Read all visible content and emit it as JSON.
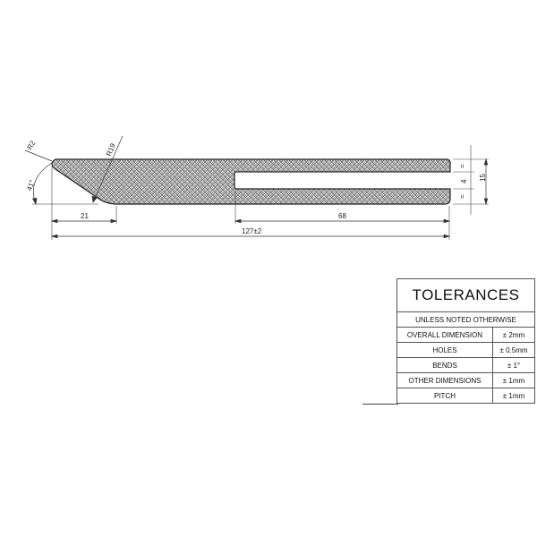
{
  "drawing": {
    "dimensions": {
      "r2": "R2",
      "r19": "R19",
      "angle": "41°",
      "taper_length": "21",
      "slot_length": "68",
      "overall_length": "127±2",
      "height": "15",
      "slot_width": "4",
      "equal_top": "=",
      "equal_bottom": "="
    }
  },
  "tolerances": {
    "title": "TOLERANCES",
    "subtitle": "UNLESS NOTED OTHERWISE",
    "rows": [
      {
        "label": "OVERALL DIMENSION",
        "value": "± 2mm"
      },
      {
        "label": "HOLES",
        "value": "± 0.5mm"
      },
      {
        "label": "BENDS",
        "value": "± 1°"
      },
      {
        "label": "OTHER DIMENSIONS",
        "value": "± 1mm"
      },
      {
        "label": "PITCH",
        "value": "± 1mm"
      }
    ]
  }
}
